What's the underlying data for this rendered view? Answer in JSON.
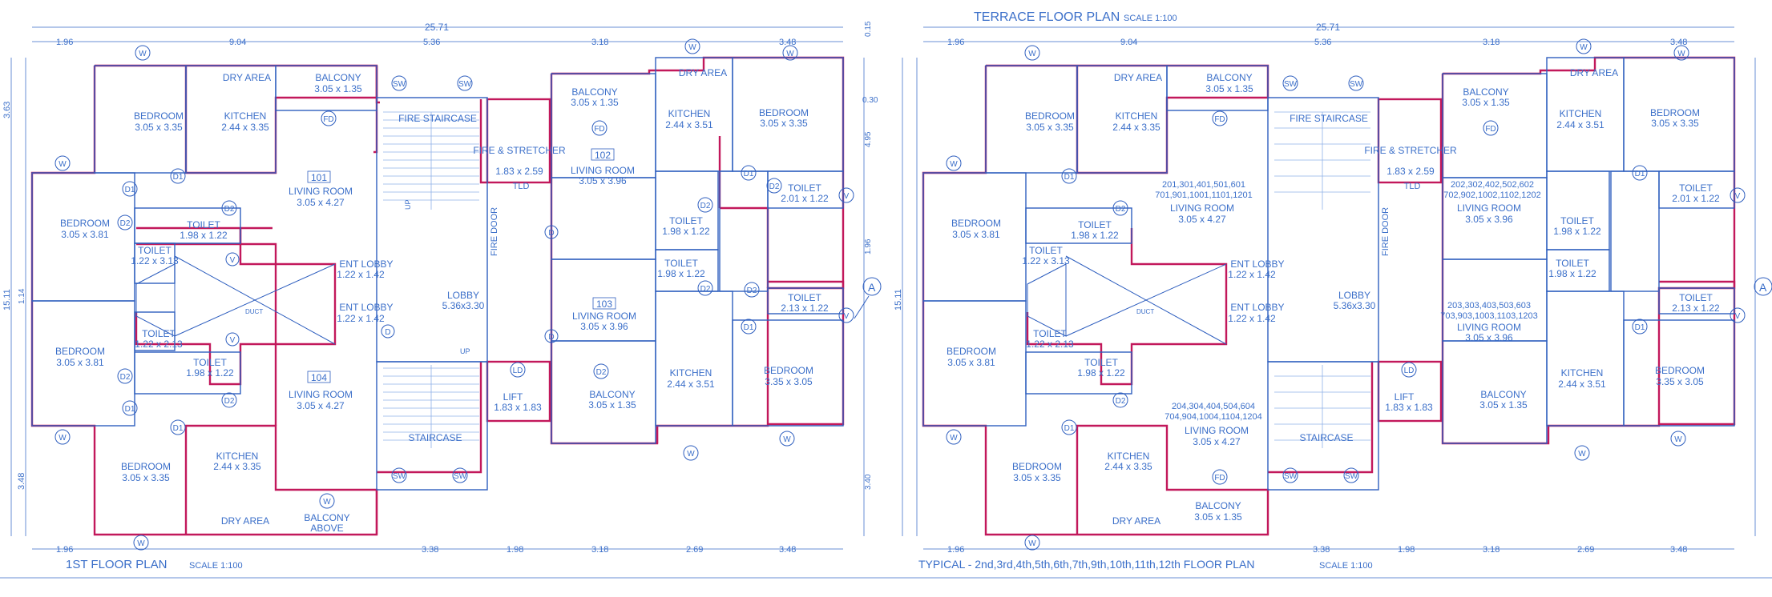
{
  "colors": {
    "line": "#2f5fbf",
    "wall": "#c2185b",
    "text": "#3b6fc9"
  },
  "terrace": {
    "title": "TERRACE FLOOR PLAN",
    "scale": "SCALE 1:100"
  },
  "left": {
    "title": "1ST FLOOR PLAN",
    "scale": "SCALE 1:100",
    "overall": "25.71",
    "top_dims": [
      "1.96",
      "9.04",
      "5.36",
      "3.18",
      "3.48"
    ],
    "bottom_dims": [
      "1.96",
      "3.38",
      "1.98",
      "3.18",
      "2.69",
      "3.48"
    ],
    "left_dims": [
      "3.63",
      "15.11",
      "1.14",
      "3.48"
    ],
    "right_dims": [
      "0.15",
      "0.30",
      "4.95",
      "1.96",
      "3.40"
    ],
    "rooms": [
      {
        "n": "BEDROOM",
        "s": "3.05 x 3.35"
      },
      {
        "n": "DRY AREA",
        "s": ""
      },
      {
        "n": "KITCHEN",
        "s": "2.44 x 3.35"
      },
      {
        "n": "BALCONY",
        "s": "3.05 x 1.35"
      },
      {
        "n": "BEDROOM",
        "s": "3.05 x 3.81"
      },
      {
        "n": "TOILET",
        "s": "1.98 x 1.22"
      },
      {
        "n": "LIVING ROOM",
        "s": "3.05 x 4.27"
      },
      {
        "n": "TOILET",
        "s": "1.22 x 3.13"
      },
      {
        "n": "ENT LOBBY",
        "s": "1.22 x 1.42"
      },
      {
        "n": "ENT LOBBY",
        "s": "1.22 x 1.42"
      },
      {
        "n": "BEDROOM",
        "s": "3.05 x 3.81"
      },
      {
        "n": "TOILET",
        "s": "1.22 x 2.13"
      },
      {
        "n": "TOILET",
        "s": "1.98 x 1.22"
      },
      {
        "n": "LIVING ROOM",
        "s": "3.05 x 4.27"
      },
      {
        "n": "BEDROOM",
        "s": "3.05 x 3.35"
      },
      {
        "n": "KITCHEN",
        "s": "2.44 x 3.35"
      },
      {
        "n": "DRY AREA",
        "s": ""
      },
      {
        "n": "BALCONY",
        "s": "ABOVE"
      },
      {
        "n": "FIRE STAIRCASE",
        "s": ""
      },
      {
        "n": "FIRE & STRETCHER",
        "s": "1.83 x 2.59"
      },
      {
        "n": "LOBBY",
        "s": "5.36x3.30"
      },
      {
        "n": "STAIRCASE",
        "s": ""
      },
      {
        "n": "LIFT",
        "s": "1.83 x 1.83"
      },
      {
        "n": "BALCONY",
        "s": "3.05 x 1.35"
      },
      {
        "n": "LIVING ROOM",
        "s": "3.05 x 3.96"
      },
      {
        "n": "KITCHEN",
        "s": "2.44 x 3.51"
      },
      {
        "n": "BEDROOM",
        "s": "3.05 x 3.35"
      },
      {
        "n": "DRY AREA",
        "s": ""
      },
      {
        "n": "TOILET",
        "s": "2.01 x 1.22"
      },
      {
        "n": "TOILET",
        "s": "1.98 x 1.22"
      },
      {
        "n": "TOILET",
        "s": "1.98 x 1.22"
      },
      {
        "n": "LIVING ROOM",
        "s": "3.05 x 3.96"
      },
      {
        "n": "TOILET",
        "s": "2.13 x 1.22"
      },
      {
        "n": "BALCONY",
        "s": "3.05 x 1.35"
      },
      {
        "n": "KITCHEN",
        "s": "2.44 x 3.51"
      },
      {
        "n": "BEDROOM",
        "s": "3.35 x 3.05"
      }
    ],
    "flat_numbers": [
      "101",
      "104",
      "102",
      "103"
    ]
  },
  "right": {
    "title": "TYPICAL - 2nd,3rd,4th,5th,6th,7th,9th,10th,11th,12th FLOOR PLAN",
    "scale": "SCALE 1:100",
    "overall": "25.71",
    "flat_numbers": [
      "201,301,401,501,601",
      "701,901,1001,1101,1201",
      "202,302,402,502,602",
      "702,902,1002,1102,1202",
      "203,303,403,503,603",
      "703,903,1003,1103,1203",
      "204,304,404,504,604",
      "704,904,1004,1104,1204"
    ]
  },
  "labels": {
    "duct": "DUCT",
    "fire_door": "FIRE DOOR",
    "up": "UP",
    "section": "A",
    "tld": "TLD",
    "w": "W",
    "sw": "SW",
    "fd": "FD",
    "ld": "LD",
    "v": "V",
    "d1": "D1",
    "d2": "D2",
    "d": "D"
  }
}
